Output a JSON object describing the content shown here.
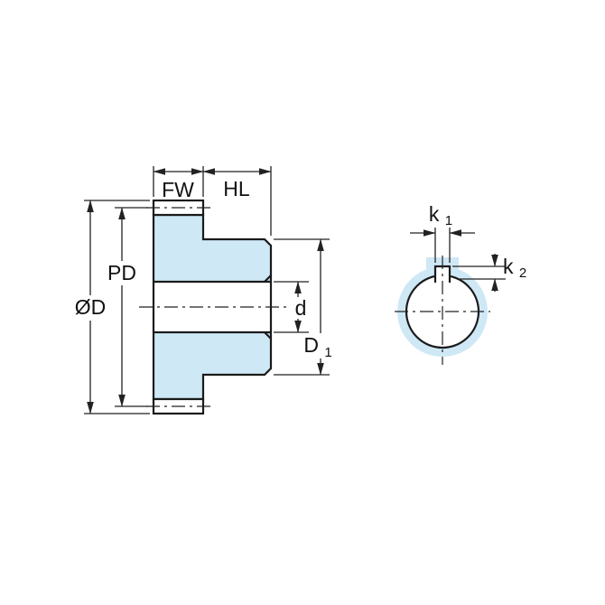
{
  "labels": {
    "fw": "FW",
    "hl": "HL",
    "od": "ØD",
    "pd": "PD",
    "d": "d",
    "d1_base": "D",
    "d1_sub": "1",
    "k1_base": "k",
    "k1_sub": "1",
    "k2_base": "k",
    "k2_sub": "2"
  },
  "colors": {
    "part_fill": "#cfe8f6",
    "line": "#1b1b1b",
    "background": "#ffffff"
  }
}
